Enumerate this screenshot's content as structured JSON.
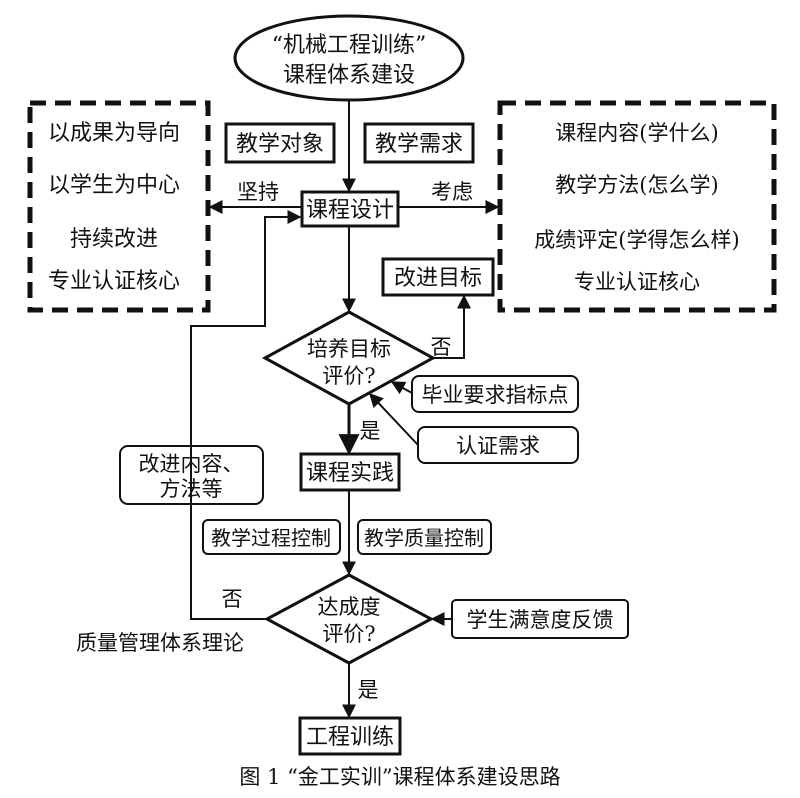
{
  "start": {
    "line1": "“机械工程训练”",
    "line2": "课程体系建设"
  },
  "left_panel": {
    "items": [
      "以成果为导向",
      "以学生为中心",
      "持续改进",
      "专业认证核心"
    ]
  },
  "right_panel": {
    "items": [
      "课程内容(学什么)",
      "教学方法(怎么学)",
      "成绩评定(学得怎么样)",
      "专业认证核心"
    ]
  },
  "inputs_top": {
    "object": "教学对象",
    "demand": "教学需求"
  },
  "design": {
    "label": "课程设计",
    "left_label": "坚持",
    "right_label": "考虑"
  },
  "improve_goal": "改进目标",
  "decision1": {
    "line1": "培养目标",
    "line2": "评价?",
    "no": "否",
    "yes": "是"
  },
  "grad_req": "毕业要求指标点",
  "cert_need": "认证需求",
  "improve_content": {
    "line1": "改进内容、",
    "line2": "方法等"
  },
  "practice": "课程实践",
  "controls": {
    "process": "教学过程控制",
    "quality": "教学质量控制"
  },
  "decision2": {
    "line1": "达成度",
    "line2": "评价?",
    "no": "否",
    "yes": "是"
  },
  "feedback": "学生满意度反馈",
  "theory": "质量管理体系理论",
  "end": "工程训练",
  "caption": "图 1 “金工实训”课程体系建设思路"
}
